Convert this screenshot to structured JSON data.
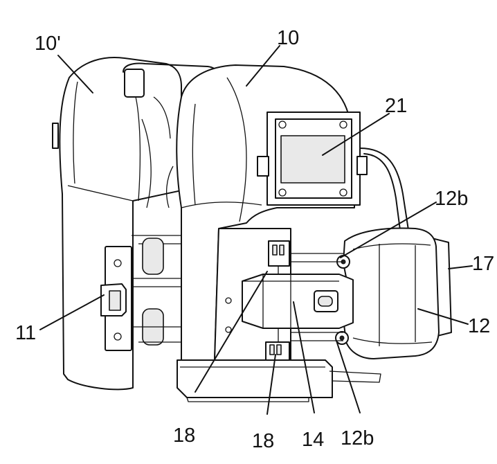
{
  "figure": {
    "labels": {
      "l10p": "10'",
      "l10": "10",
      "l21": "21",
      "l12b_top": "12b",
      "l17": "17",
      "l11": "11",
      "l12": "12",
      "l18_left": "18",
      "l18_mid": "18",
      "l14": "14",
      "l12b_bottom": "12b"
    }
  }
}
